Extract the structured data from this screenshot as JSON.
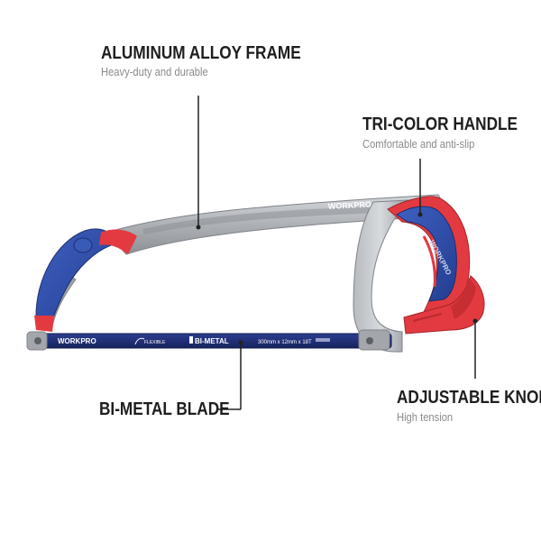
{
  "callouts": {
    "frame": {
      "title": "ALUMINUM ALLOY FRAME",
      "subtitle": "Heavy-duty and durable"
    },
    "handle": {
      "title": "TRI-COLOR HANDLE",
      "subtitle": "Comfortable and anti-slip"
    },
    "blade": {
      "title": "BI-METAL BLADE"
    },
    "knob": {
      "title": "ADJUSTABLE KNOB",
      "subtitle": "High tension"
    }
  },
  "product": {
    "brand_frame": "WORKPRO",
    "brand_handle": "WORKPRO",
    "blade_brand": "WORKPRO",
    "blade_flexible": "FLEXIBLE",
    "blade_type": "BI-METAL",
    "blade_spec": "300mm x 12mm x 18T"
  },
  "colors": {
    "frame_gray": "#a9adb2",
    "handle_blue": "#2f4ea8",
    "handle_red": "#e23a40",
    "blade_navy": "#1f2f78",
    "text_dark": "#1e1e1e",
    "text_gray": "#8a8a8a"
  }
}
